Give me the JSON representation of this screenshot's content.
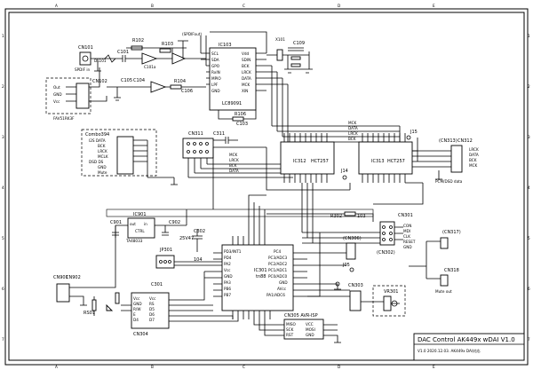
{
  "title_block": {
    "title": "DAC Control AK449x wDAI   V1.0",
    "revision_note": "V1.0 2020.12.03. AK449x DAI対応"
  },
  "grid": {
    "columns": [
      "A",
      "B",
      "C",
      "D",
      "E"
    ],
    "rows": [
      "1",
      "2",
      "3",
      "4",
      "5",
      "6",
      "7"
    ]
  },
  "components": {
    "cn101": "CN101",
    "spdif_in": "SPDIF in",
    "dl101": "DL101",
    "cn102": "CN102",
    "fa": "FAV51RK3F",
    "out": "Out",
    "gnd": "GND",
    "vcc": "Vcc",
    "r102": "R102",
    "r103": "R103",
    "c101": "C101",
    "c101a": "C101a",
    "c105": "C105",
    "c104": "C104",
    "r104": "R104",
    "c106": "C106",
    "ic103": "IC103",
    "lc89091": "LC89091",
    "spdif_out": "(SPDIFout)",
    "r106": "R106",
    "c103": "C103",
    "x101": "X101",
    "c109": "C109",
    "mck": "MCK",
    "data": "DATA",
    "lrck": "LRCK",
    "bck": "BCK",
    "j15": "J15",
    "combo": "Combo394",
    "i2s_data": "I2S DATA",
    "dsd_ds": "DSD DS",
    "mute": "Mute",
    "cn311": "CN311",
    "c311": "C311",
    "ic312": "IC312",
    "hct257a": "HCT257",
    "ic313": "IC313",
    "hct257b": "HCT257",
    "cn313": "(CN313)",
    "cn312": "CN312",
    "pcm_dsd": "PCM/DSD data",
    "j14": "J14",
    "r302": "R302",
    "v103": "103",
    "cn301": "CN301",
    "cn302": "(CN302)",
    "con": "CON",
    "mdi": "MDI",
    "clk": "CLK",
    "reset": "RESET",
    "ic901": "IC901",
    "ta": "TA48033",
    "c902": "C902",
    "c901": "C901",
    "c302": "C302",
    "v25": "25V47",
    "c301": "C301",
    "jp301": "JP301",
    "ic301": "IC301",
    "tn88": "tn88",
    "cn306": "(CN306)",
    "cn317": "(CN317)",
    "cn318": "CN318",
    "mute_out": "Mute out",
    "cn901": "CN901",
    "cn902": "CN902",
    "rs01": "RS01",
    "cn303": "CN303",
    "vr301": "VR301",
    "cn305": "CN305 AVR-ISP",
    "cn304": "CN304",
    "miso": "MISO",
    "sck": "SCK",
    "rst": "RST",
    "vcc2": "VCC",
    "mosi": "MOSI",
    "gnd2": "GND"
  }
}
